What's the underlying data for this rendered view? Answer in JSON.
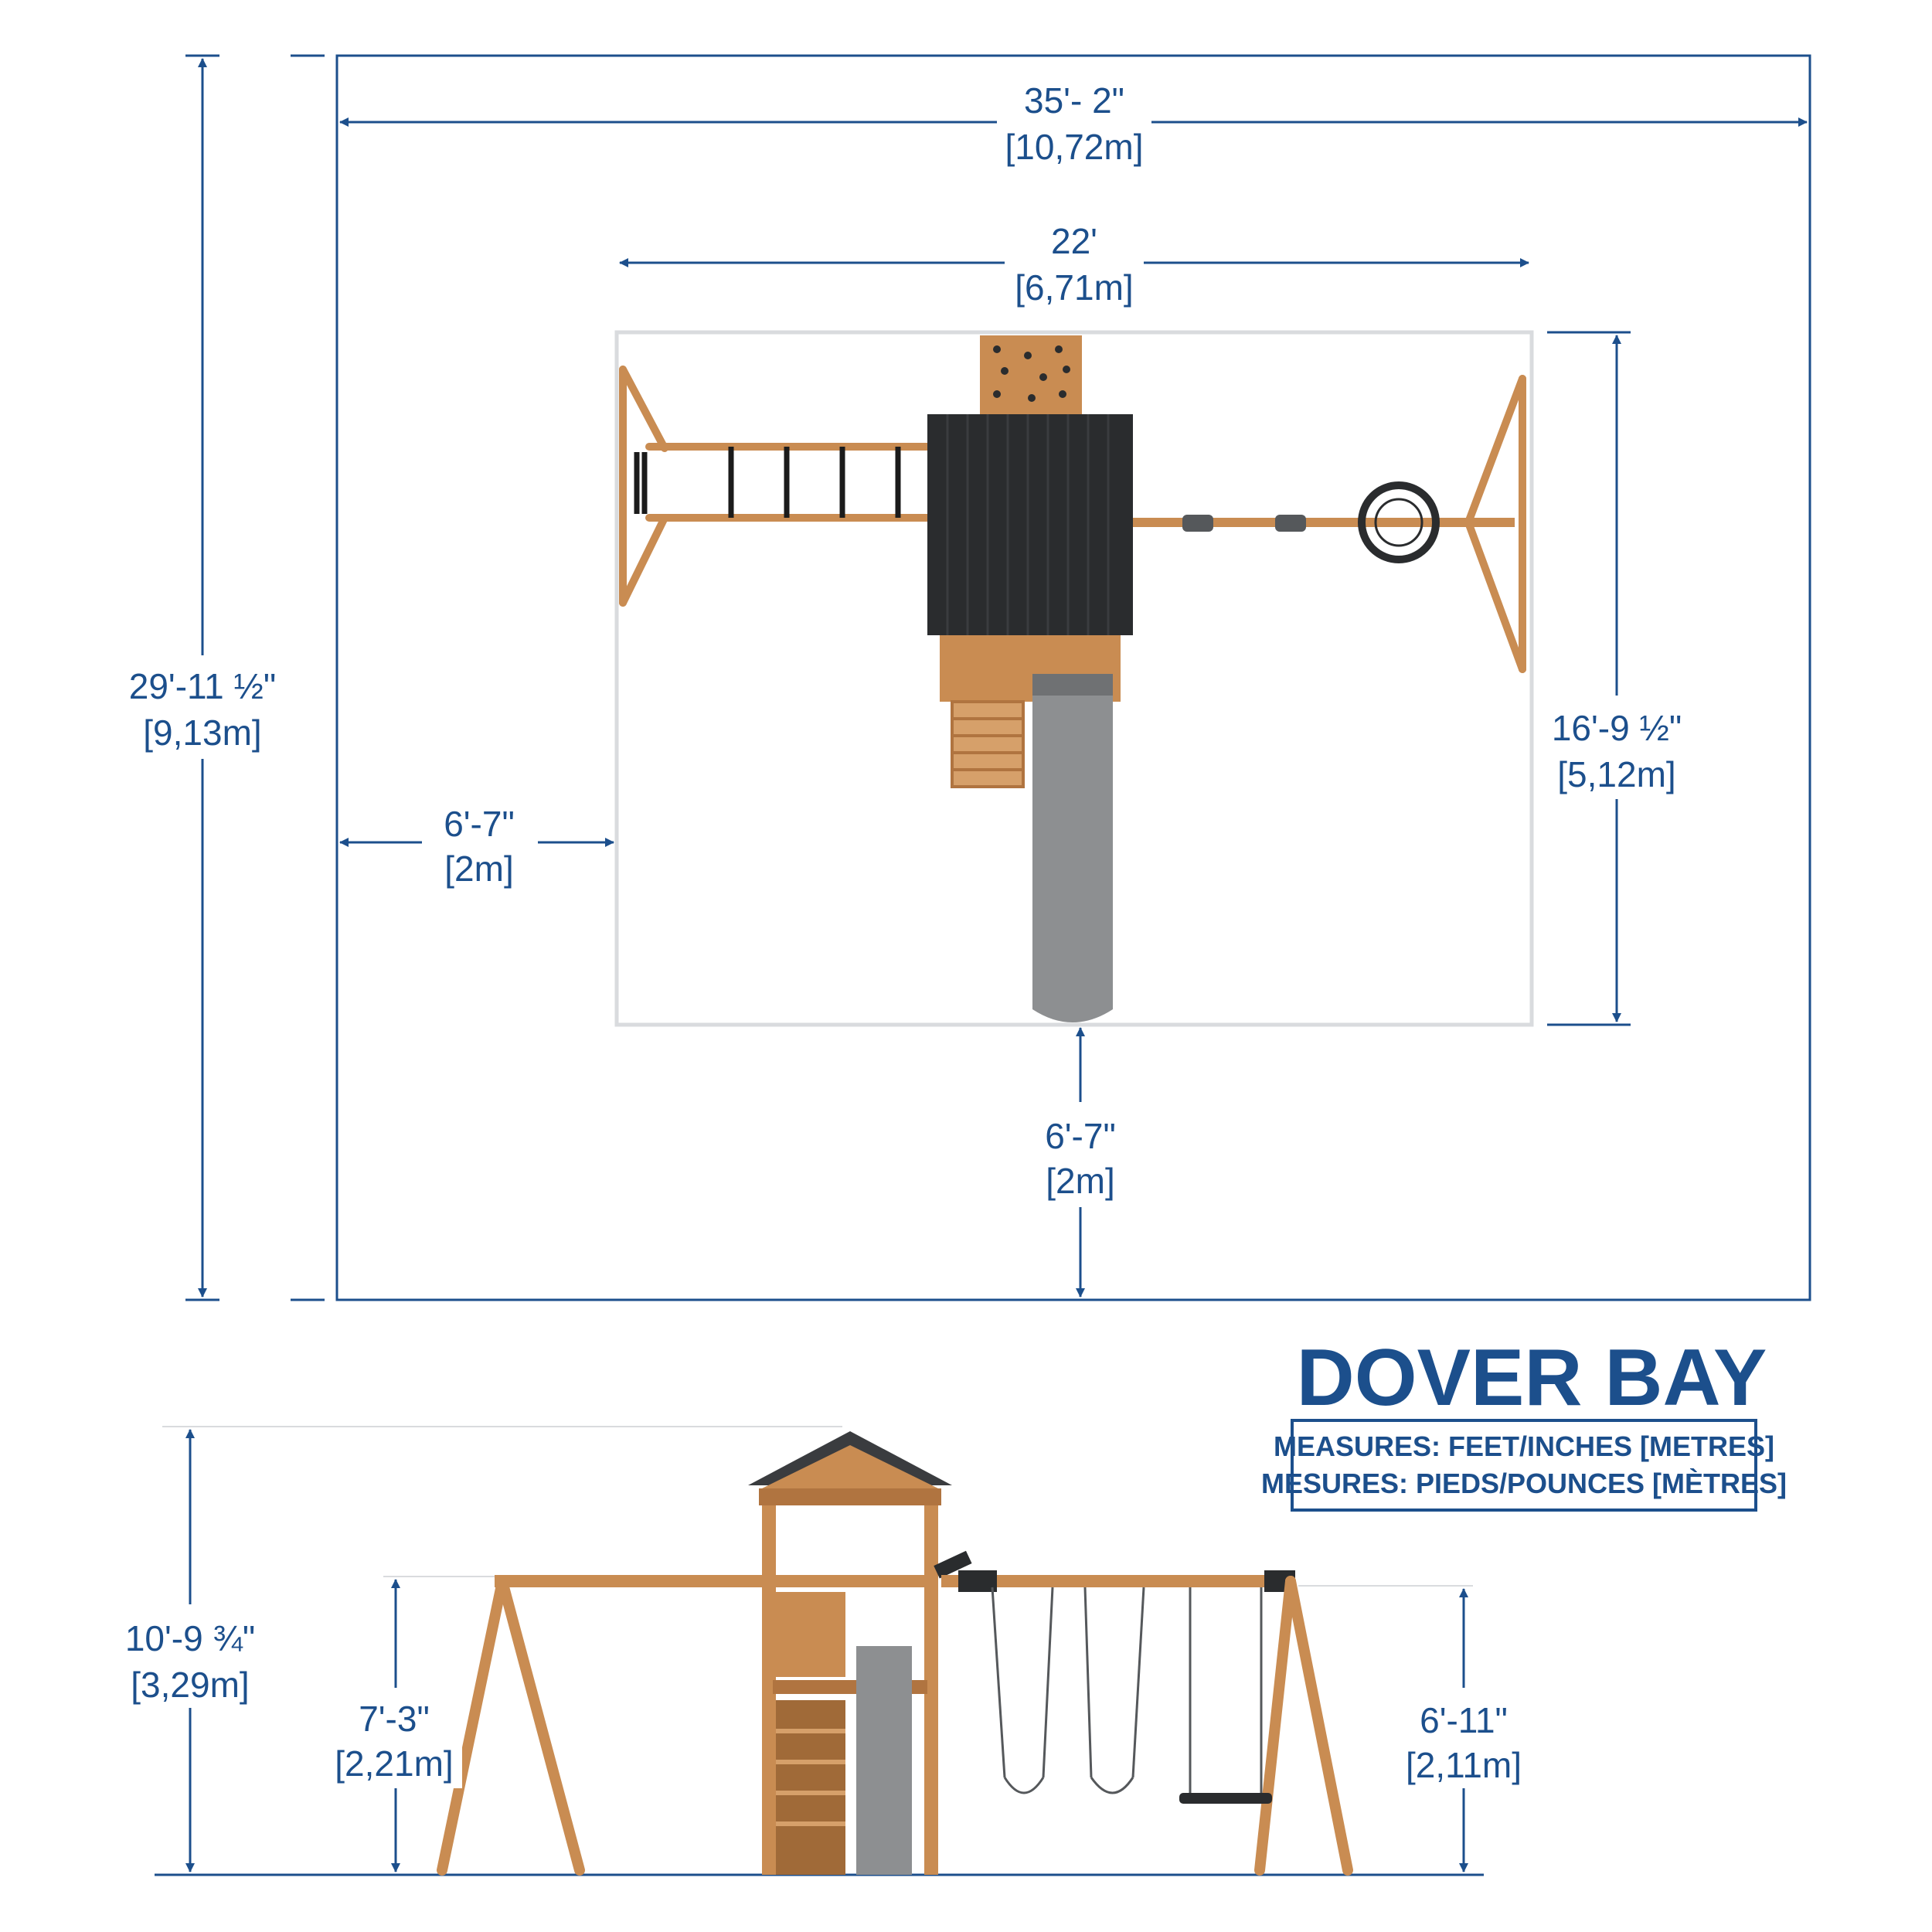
{
  "title": "DOVER BAY",
  "legend": {
    "line1": "MEASURES: FEET/INCHES [METRES]",
    "line2": "MESURES: PIEDS/POUNCES [MÈTRES]"
  },
  "dimensions": {
    "total_width": {
      "imperial": "35'- 2\"",
      "metric": "[10,72m]"
    },
    "total_depth": {
      "imperial": "29'-11 ½\"",
      "metric": "[9,13m]"
    },
    "product_width": {
      "imperial": "22'",
      "metric": "[6,71m]"
    },
    "product_depth": {
      "imperial": "16'-9 ½\"",
      "metric": "[5,12m]"
    },
    "side_clearance": {
      "imperial": "6'-7\"",
      "metric": "[2m]"
    },
    "front_clearance": {
      "imperial": "6'-7\"",
      "metric": "[2m]"
    },
    "total_height": {
      "imperial": "10'-9 ¾\"",
      "metric": "[3,29m]"
    },
    "monkey_bar_height": {
      "imperial": "7'-3\"",
      "metric": "[2,21m]"
    },
    "swing_beam_height": {
      "imperial": "6'-11\"",
      "metric": "[2,11m]"
    }
  },
  "colors": {
    "dimension": "#1c4f8c",
    "wood": "#c98c52",
    "roof": "#2a2c2e",
    "slide": "#8d8f91",
    "outline": "#d9dbde"
  }
}
